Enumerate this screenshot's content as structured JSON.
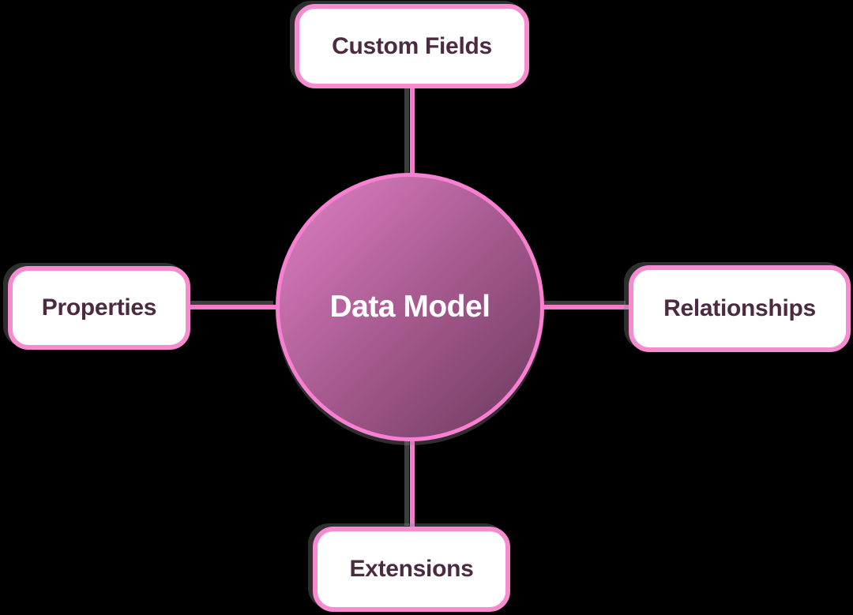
{
  "diagram": {
    "center": {
      "label": "Data Model"
    },
    "nodes": [
      {
        "id": "custom-fields",
        "label": "Custom Fields",
        "position": "top"
      },
      {
        "id": "properties",
        "label": "Properties",
        "position": "left"
      },
      {
        "id": "relationships",
        "label": "Relationships",
        "position": "right"
      },
      {
        "id": "extensions",
        "label": "Extensions",
        "position": "bottom"
      }
    ],
    "colors": {
      "background": "#000000",
      "node_background": "#ffffff",
      "node_border": "#f78bd0",
      "node_text": "#4b2a42",
      "center_border": "#f97fd2",
      "center_gradient_start": "#de81c3",
      "center_gradient_end": "#6b3a5e",
      "center_text": "#ffffff",
      "connector": "#f27ccc"
    }
  }
}
